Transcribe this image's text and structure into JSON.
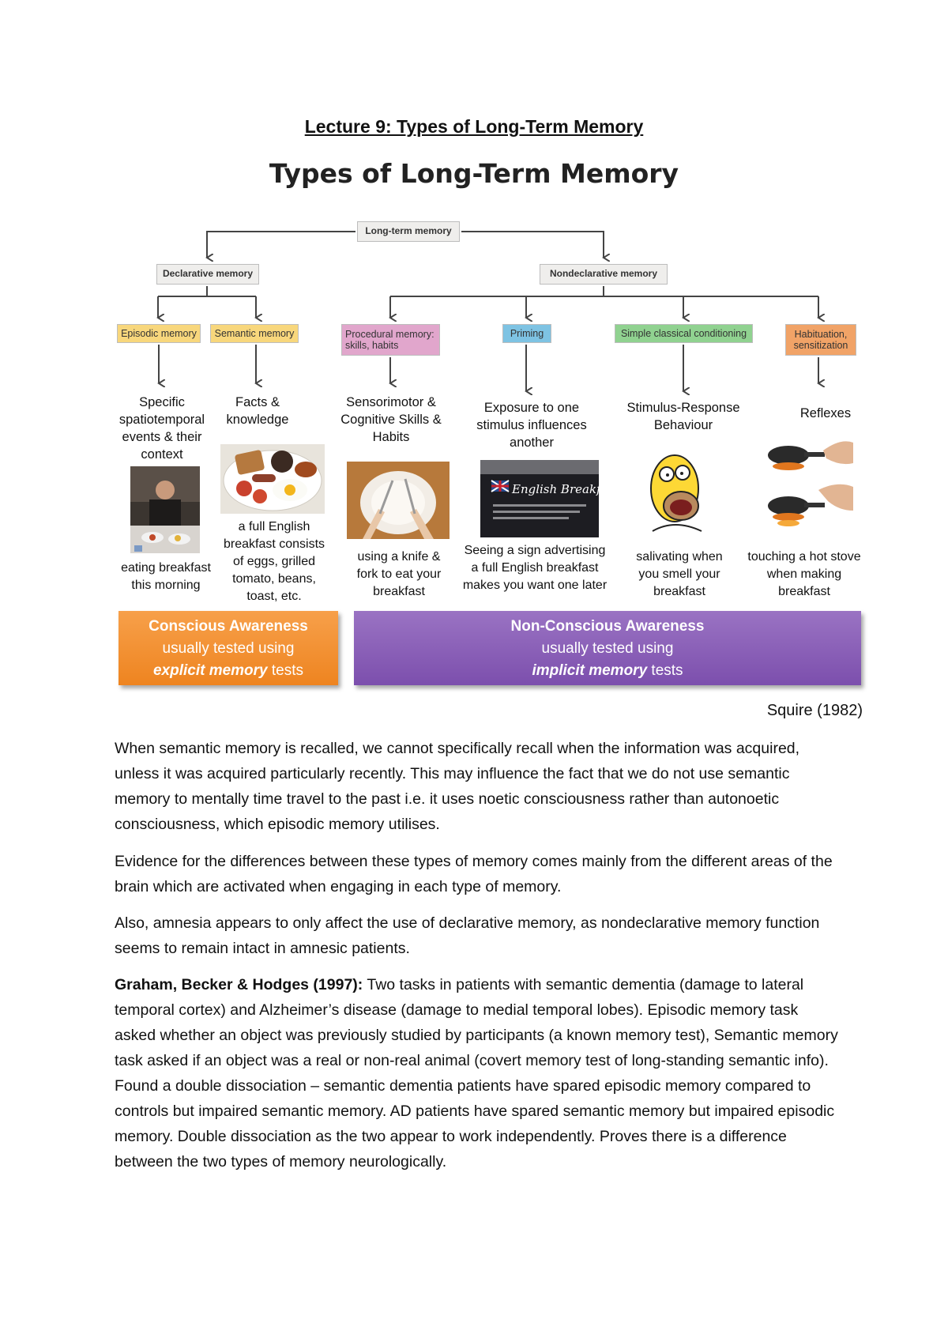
{
  "document": {
    "heading": "Lecture 9: Types of Long-Term Memory"
  },
  "diagram": {
    "title": "Types of Long-Term Memory",
    "nodes": {
      "long_term": "Long-term memory",
      "declarative": "Declarative memory",
      "nondeclarative": "Nondeclarative memory",
      "episodic": "Episodic memory",
      "semantic": "Semantic memory",
      "procedural": "Procedural memory: skills, habits",
      "priming": "Priming",
      "classical": "Simple classical conditioning",
      "habituation": "Habituation, sensitization"
    },
    "descriptions": {
      "episodic": "Specific spatiotemporal events & their context",
      "semantic": "Facts & knowledge",
      "procedural": "Sensorimotor & Cognitive Skills & Habits",
      "priming": "Exposure to one stimulus influences another",
      "classical": "Stimulus-Response Behaviour",
      "habituation": "Reflexes"
    },
    "photo_text": {
      "sign": "English Breakfasts"
    },
    "captions": {
      "episodic": "eating breakfast this morning",
      "semantic": "a full English breakfast consists of eggs, grilled tomato, beans, toast, etc.",
      "procedural": "using a knife & fork to eat your breakfast",
      "priming": "Seeing a sign advertising a full English breakfast makes you want one later",
      "classical": "salivating when you smell your breakfast",
      "habituation": "touching a hot stove when making breakfast"
    },
    "awareness": {
      "conscious": {
        "title": "Conscious Awareness",
        "line1": "usually tested using",
        "emph": "explicit memory",
        "suffix": " tests"
      },
      "nonconscious": {
        "title": "Non-Conscious Awareness",
        "line1": "usually tested using",
        "emph": "implicit memory",
        "suffix": " tests"
      }
    },
    "citation": "Squire (1982)",
    "colors": {
      "gray_node": "#efeeec",
      "yellow_node": "#f8d77c",
      "pink_node": "#e1a6cc",
      "blue_node": "#7ec3e3",
      "green_node": "#90d290",
      "orange_node": "#f1a367",
      "conscious_box": "#ee8420",
      "nonconscious_box": "#7c4fad"
    }
  },
  "paragraphs": [
    {
      "text": "When semantic memory is recalled, we cannot specifically recall when the information was acquired, unless it was acquired particularly recently. This may influence the fact that we do not use semantic memory to mentally time travel to the past i.e. it uses noetic consciousness rather than autonoetic consciousness, which episodic memory utilises."
    },
    {
      "text": "Evidence for the differences between these types of memory comes mainly from the different areas of the brain which are activated when engaging in each type of memory."
    },
    {
      "text": "Also, amnesia appears to only affect the use of declarative memory, as nondeclarative memory function seems to remain intact in amnesic patients."
    },
    {
      "ref": "Graham, Becker & Hodges (1997):",
      "text": " Two tasks in patients with semantic dementia (damage to lateral temporal cortex) and Alzheimer’s disease (damage to medial temporal lobes). Episodic memory task asked whether an object was previously studied by participants (a known memory test), Semantic memory task asked if an object was a real or non-real animal (covert memory test of long-standing semantic info). Found a double dissociation – semantic dementia patients have spared episodic memory compared to controls but impaired semantic memory. AD patients have spared semantic memory but impaired episodic memory. Double dissociation as the two appear to work independently. Proves there is a difference between the two types of memory neurologically."
    }
  ]
}
